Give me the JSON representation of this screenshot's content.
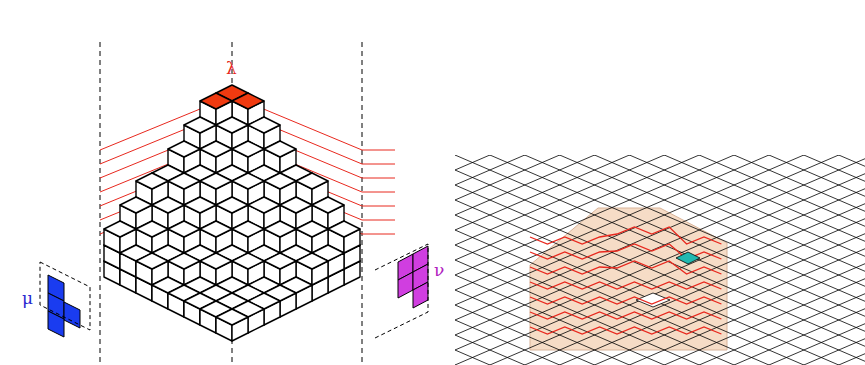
{
  "diagram": {
    "labels": [
      "λ",
      "μ",
      "ν"
    ]
  }
}
